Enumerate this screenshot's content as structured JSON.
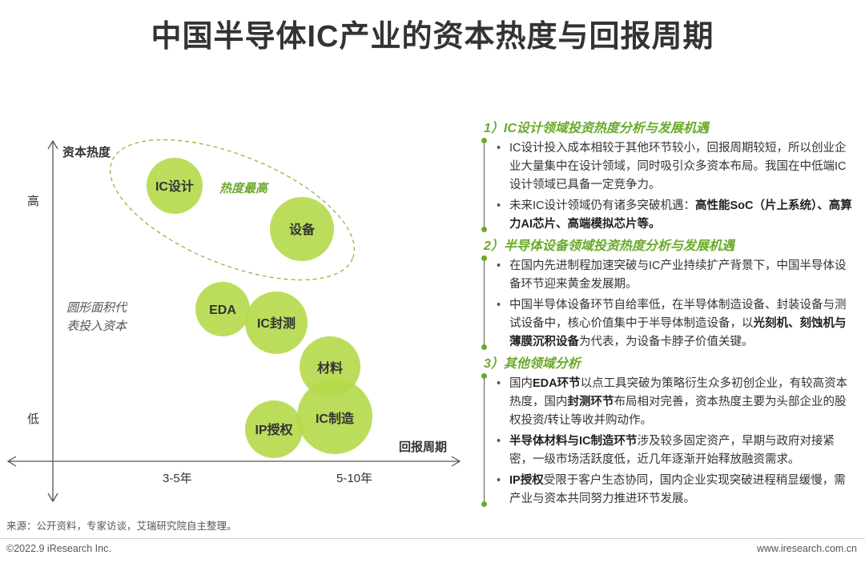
{
  "title": "中国半导体IC产业的资本热度与回报周期",
  "colors": {
    "accent": "#6aaa2a",
    "bubble": "#b5d94a",
    "text": "#333333"
  },
  "chart": {
    "y_axis_title": "资本热度",
    "y_high": "高",
    "y_low": "低",
    "x_axis_title": "回报周期",
    "x_ticks": [
      "3-5年",
      "5-10年"
    ],
    "note_line1": "圆形面积代",
    "note_line2": "表投入资本",
    "hot_label": "热度最高",
    "bubbles": [
      "IC设计",
      "设备",
      "EDA",
      "IC封测",
      "材料",
      "IC制造",
      "IP授权"
    ]
  },
  "sections": [
    {
      "title": "1）IC设计领域投资热度分析与发展机遇",
      "bullets": [
        [
          {
            "t": "IC设计投入成本相较于其他环节较小，回报周期较短，所以创业企业大量集中在设计领域，同时吸引众多资本布局。我国在中低端IC设计领域已具备一定竞争力。",
            "b": false
          }
        ],
        [
          {
            "t": "未来IC设计领域仍有诸多突破机遇：",
            "b": false
          },
          {
            "t": "高性能SoC（片上系统）、高算力AI芯片、高端模拟芯片等。",
            "b": true
          }
        ]
      ]
    },
    {
      "title": "2）半导体设备领域投资热度分析与发展机遇",
      "bullets": [
        [
          {
            "t": "在国内先进制程加速突破与IC产业持续扩产背景下，中国半导体设备环节迎来黄金发展期。",
            "b": false
          }
        ],
        [
          {
            "t": "中国半导体设备环节自给率低，在半导体制造设备、封装设备与测试设备中，核心价值集中于半导体制造设备，以",
            "b": false
          },
          {
            "t": "光刻机、刻蚀机与薄膜沉积设备",
            "b": true
          },
          {
            "t": "为代表，为设备卡脖子价值关键。",
            "b": false
          }
        ]
      ]
    },
    {
      "title": "3）其他领域分析",
      "bullets": [
        [
          {
            "t": "国内",
            "b": false
          },
          {
            "t": "EDA环节",
            "b": true
          },
          {
            "t": "以点工具突破为策略衍生众多初创企业，有较高资本热度，国内",
            "b": false
          },
          {
            "t": "封测环节",
            "b": true
          },
          {
            "t": "布局相对完善，资本热度主要为头部企业的股权投资/转让等收并购动作。",
            "b": false
          }
        ],
        [
          {
            "t": "半导体材料与IC制造环节",
            "b": true
          },
          {
            "t": "涉及较多固定资产，早期与政府对接紧密，一级市场活跃度低，近几年逐渐开始释放融资需求。",
            "b": false
          }
        ],
        [
          {
            "t": "IP授权",
            "b": true
          },
          {
            "t": "受限于客户生态协同，国内企业实现突破进程稍显缓慢，需产业与资本共同努力推进环节发展。",
            "b": false
          }
        ]
      ]
    }
  ],
  "footer": {
    "source": "来源：公开资料，专家访谈，艾瑞研究院自主整理。",
    "copyright": "©2022.9 iResearch Inc.",
    "website": "www.iresearch.com.cn"
  }
}
